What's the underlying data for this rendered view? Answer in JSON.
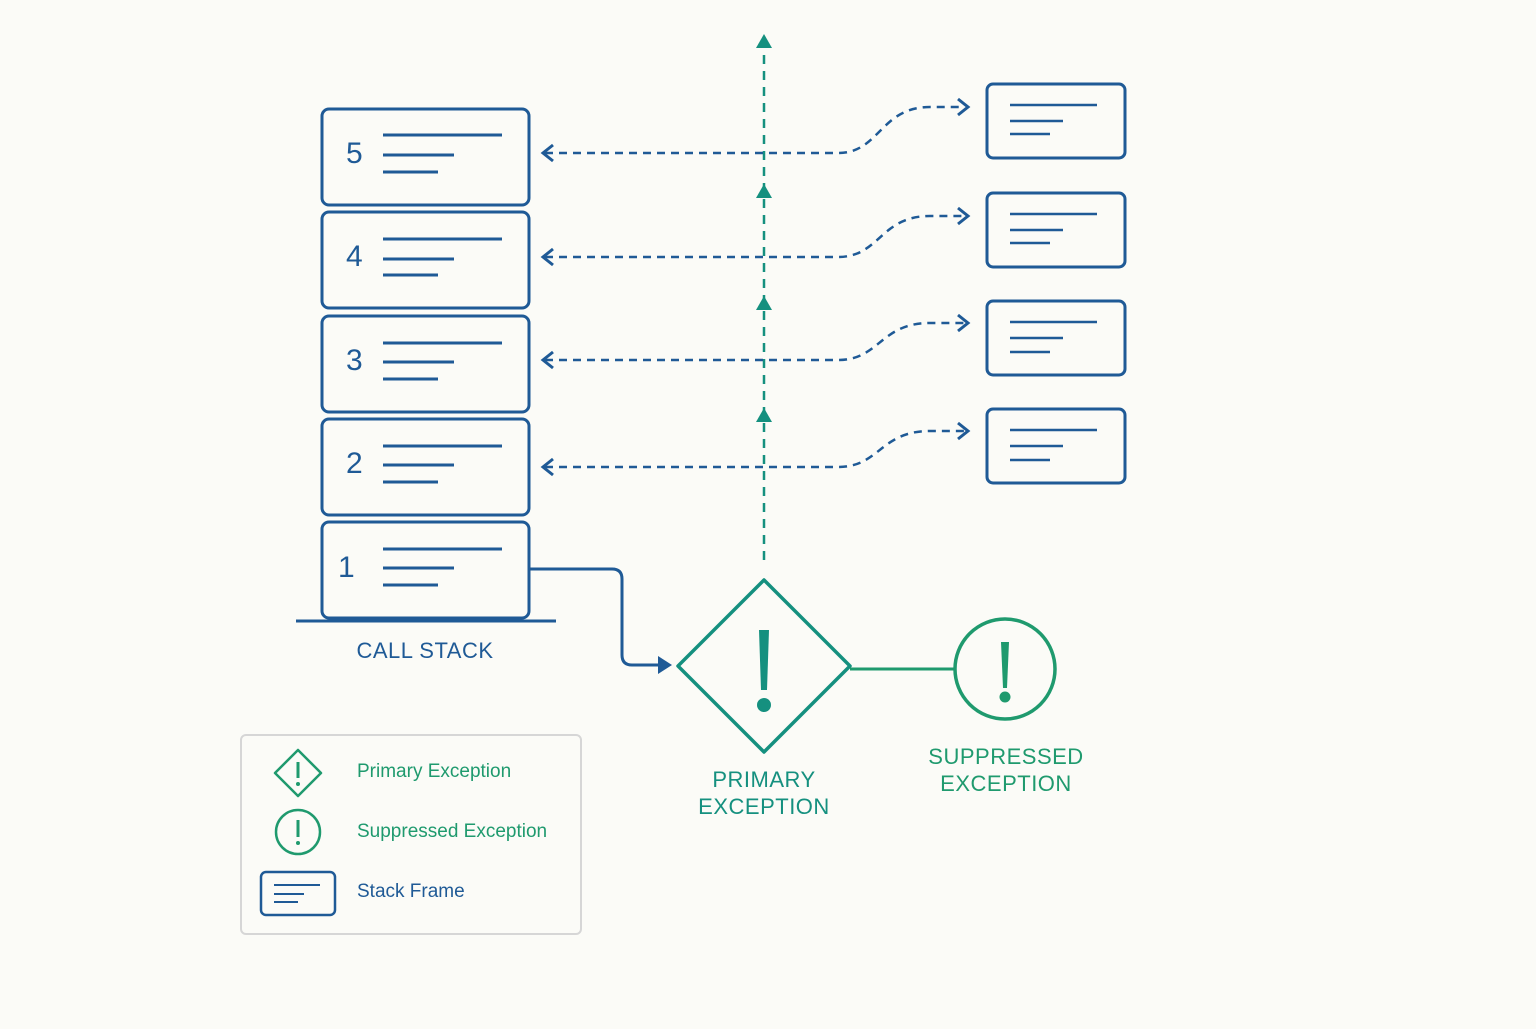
{
  "colors": {
    "stack_blue": "#1f5a96",
    "primary_teal": "#15907f",
    "suppressed_green": "#1f9a6e",
    "legend_border": "#d6d6d6",
    "background": "#fbfbf7"
  },
  "call_stack": {
    "label": "CALL STACK",
    "frames": [
      {
        "number": "5"
      },
      {
        "number": "4"
      },
      {
        "number": "3"
      },
      {
        "number": "2"
      },
      {
        "number": "1"
      }
    ]
  },
  "primary_exception": {
    "icon": "exclamation-diamond-icon",
    "label": "PRIMARY\nEXCEPTION"
  },
  "suppressed_exception": {
    "icon": "exclamation-circle-icon",
    "label": "SUPPRESSED\nEXCEPTION"
  },
  "legend": {
    "items": [
      {
        "icon": "diamond-exclamation-icon",
        "label": "Primary Exception"
      },
      {
        "icon": "circle-exclamation-icon",
        "label": "Suppressed Exception"
      },
      {
        "icon": "stack-frame-icon",
        "label": "Stack Frame"
      }
    ]
  }
}
